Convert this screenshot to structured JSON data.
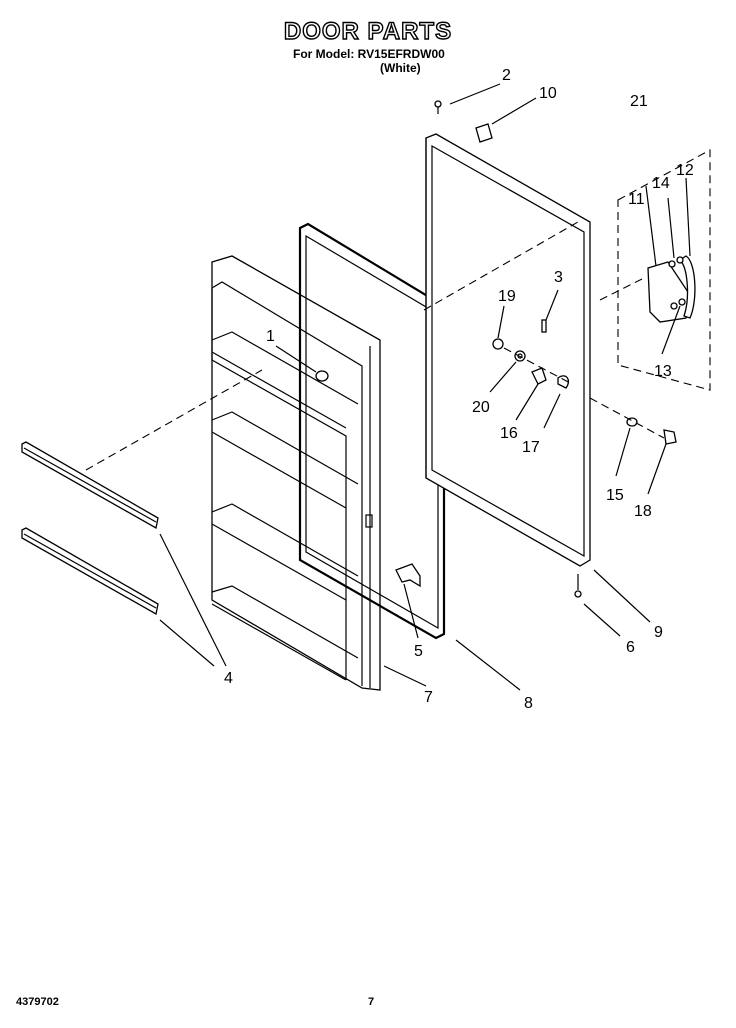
{
  "header": {
    "title": "DOOR PARTS",
    "model_line": "For Model: RV15EFRDW00",
    "color_line": "(White)"
  },
  "footer": {
    "doc_number": "4379702",
    "page_number": "7"
  },
  "callouts": [
    "1",
    "2",
    "3",
    "4",
    "5",
    "6",
    "7",
    "8",
    "9",
    "10",
    "11",
    "12",
    "13",
    "14",
    "15",
    "16",
    "17",
    "18",
    "19",
    "20",
    "21"
  ]
}
